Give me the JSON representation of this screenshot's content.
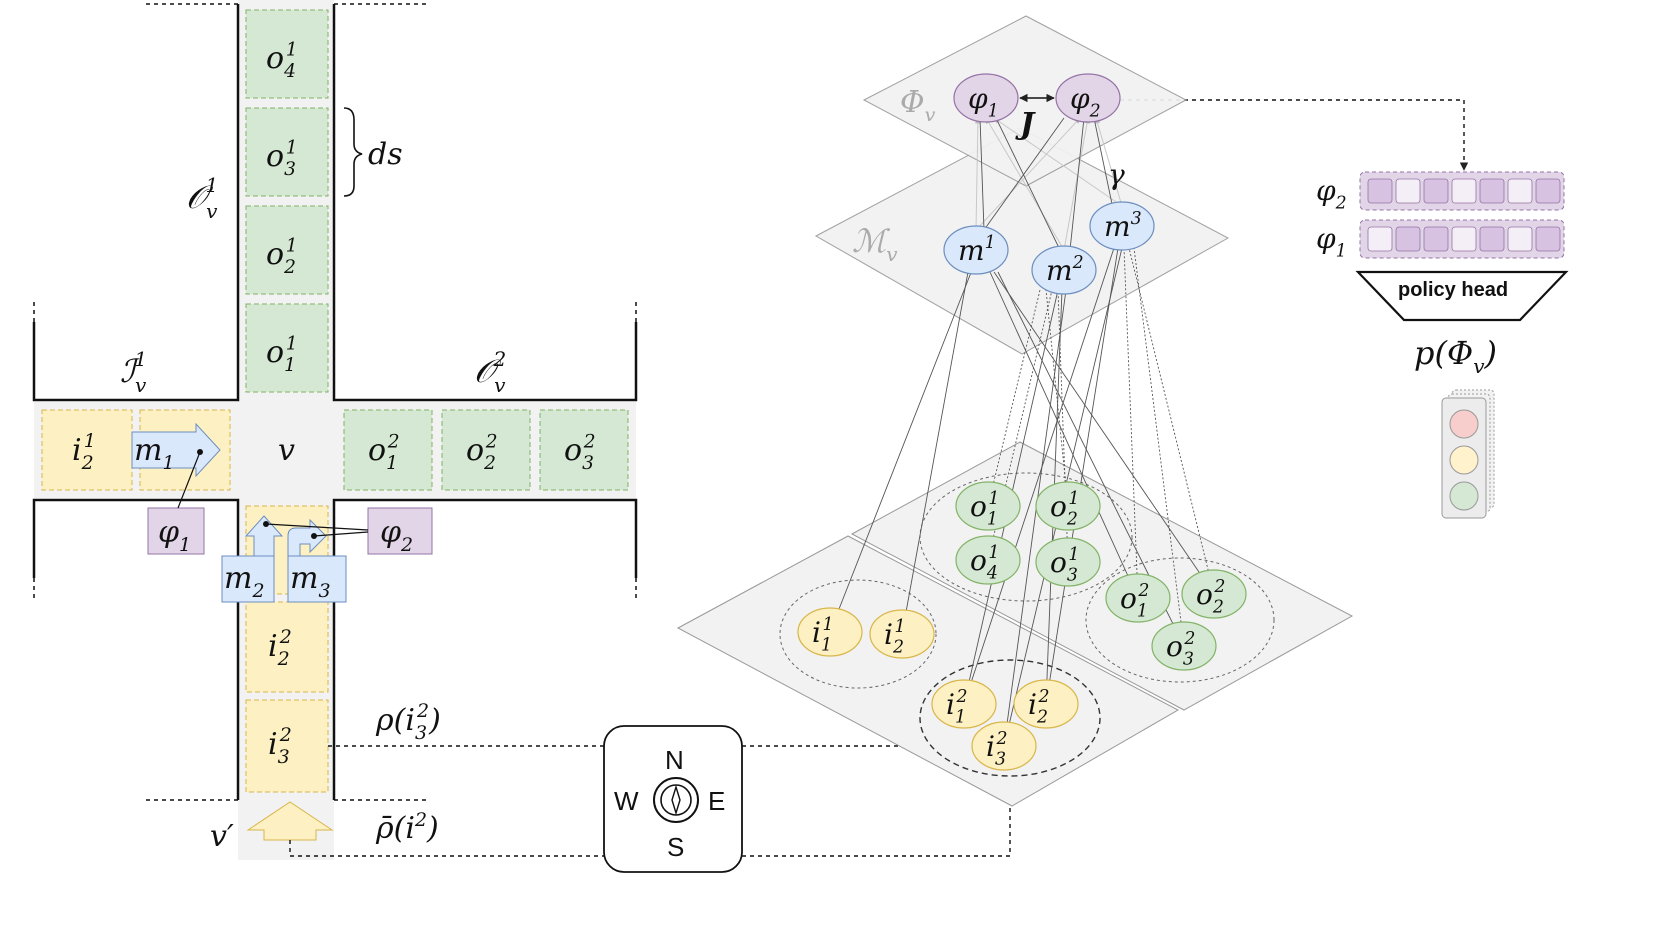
{
  "colors": {
    "incoming": "#fdf0c2",
    "incoming_stroke": "#d8b64a",
    "outgoing": "#d5e8d4",
    "outgoing_stroke": "#82b366",
    "movement": "#dae8fc",
    "movement_stroke": "#6c8ebf",
    "phase": "#e1d5e7",
    "phase_stroke": "#9673a6",
    "plane": "#f2f2f2",
    "plane_stroke": "#999999"
  },
  "left": {
    "outgoing_north": [
      "o",
      "o",
      "o",
      "o"
    ],
    "outgoing_north_sub": [
      "4",
      "3",
      "2",
      "1"
    ],
    "outgoing_north_sup": [
      "1",
      "1",
      "1",
      "1"
    ],
    "outgoing_east": [
      "o",
      "o",
      "o"
    ],
    "outgoing_east_sub": [
      "1",
      "2",
      "3"
    ],
    "outgoing_east_sup": [
      "2",
      "2",
      "2"
    ],
    "incoming_west": {
      "base": "i",
      "sub": "2",
      "sup": "1"
    },
    "incoming_south": [
      {
        "base": "i",
        "sub": "2",
        "sup": "2"
      },
      {
        "base": "i",
        "sub": "3",
        "sup": "2"
      }
    ],
    "movements": {
      "m1": {
        "base": "m",
        "sub": "1"
      },
      "m2": {
        "base": "m",
        "sub": "2"
      },
      "m3": {
        "base": "m",
        "sub": "3"
      }
    },
    "phases": {
      "p1": {
        "base": "φ",
        "sub": "1"
      },
      "p2": {
        "base": "φ",
        "sub": "2"
      }
    },
    "labels": {
      "ds": "ds",
      "O1_base": "𝒪",
      "O1_sub": "v",
      "O1_sup": "1",
      "I1_base": "ℐ",
      "I1_sub": "v",
      "I1_sup": "1",
      "O2_base": "𝒪",
      "O2_sub": "v",
      "O2_sup": "2",
      "v": "v",
      "v_prime": "v′",
      "rho": "ρ(i",
      "rho_sub": "3",
      "rho_sup": "2",
      "rho_close": ")",
      "rhobar": "ρ̄(i",
      "rhobar_sup": "2",
      "rhobar_close": ")"
    }
  },
  "compass": {
    "n": "N",
    "s": "S",
    "e": "E",
    "w": "W"
  },
  "graph": {
    "phase_layer": {
      "label_base": "Φ",
      "label_sub": "v",
      "nodes": [
        {
          "base": "φ",
          "sub": "1"
        },
        {
          "base": "φ",
          "sub": "2"
        }
      ],
      "edge_label": "J"
    },
    "movement_layer": {
      "label_base": "ℳ",
      "label_sub": "v",
      "nodes": [
        {
          "base": "m",
          "sup": "1"
        },
        {
          "base": "m",
          "sup": "2"
        },
        {
          "base": "m",
          "sup": "3"
        }
      ],
      "edge_label": "γ"
    },
    "lane_layer": {
      "incoming_w": [
        {
          "base": "i",
          "sub": "1",
          "sup": "1"
        },
        {
          "base": "i",
          "sub": "2",
          "sup": "1"
        }
      ],
      "incoming_s": [
        {
          "base": "i",
          "sub": "1",
          "sup": "2"
        },
        {
          "base": "i",
          "sub": "2",
          "sup": "2"
        },
        {
          "base": "i",
          "sub": "3",
          "sup": "2"
        }
      ],
      "outgoing_n": [
        {
          "base": "o",
          "sub": "1",
          "sup": "1"
        },
        {
          "base": "o",
          "sub": "2",
          "sup": "1"
        },
        {
          "base": "o",
          "sub": "4",
          "sup": "1"
        },
        {
          "base": "o",
          "sub": "3",
          "sup": "1"
        }
      ],
      "outgoing_e": [
        {
          "base": "o",
          "sub": "1",
          "sup": "2"
        },
        {
          "base": "o",
          "sub": "2",
          "sup": "2"
        },
        {
          "base": "o",
          "sub": "3",
          "sup": "2"
        }
      ]
    }
  },
  "policy": {
    "rows": [
      {
        "label_base": "φ",
        "label_sub": "2",
        "cells": [
          1,
          0,
          1,
          0,
          1,
          0,
          1
        ]
      },
      {
        "label_base": "φ",
        "label_sub": "1",
        "cells": [
          0,
          1,
          1,
          0,
          1,
          0,
          1
        ]
      }
    ],
    "head_label": "policy head",
    "output_base": "p(Φ",
    "output_sub": "v",
    "output_close": ")"
  },
  "traffic_light": [
    "#f8cecc",
    "#fff2cc",
    "#d5e8d4"
  ]
}
